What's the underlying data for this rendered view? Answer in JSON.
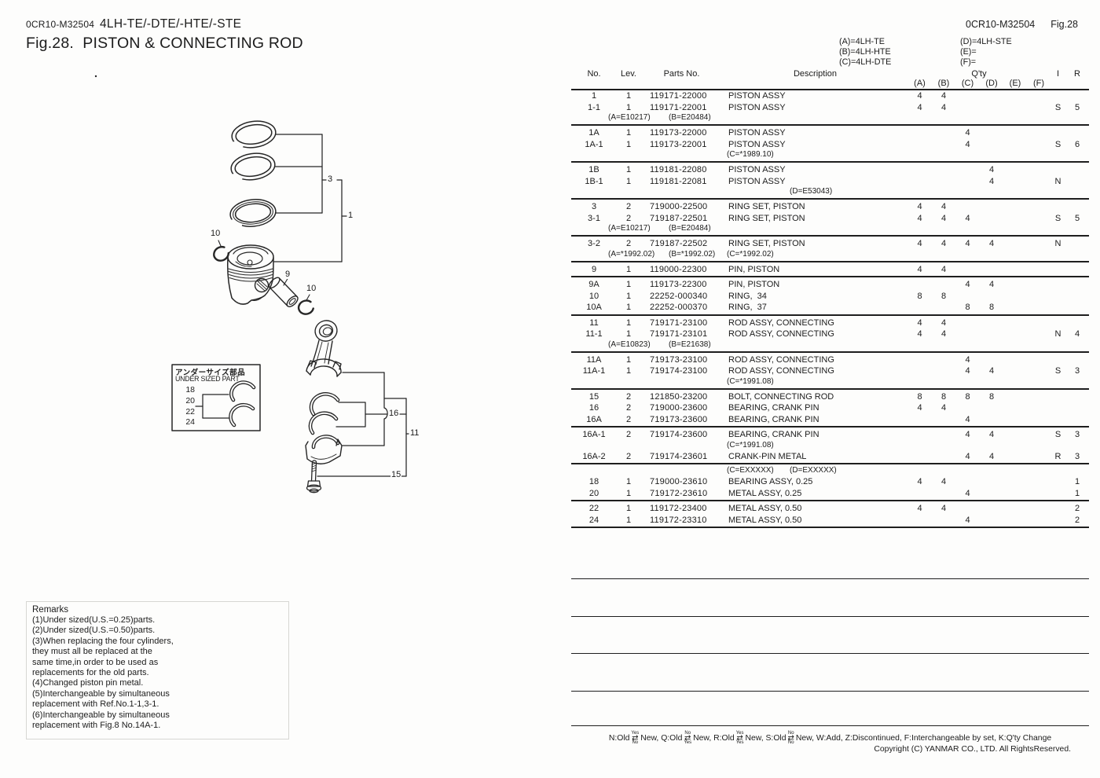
{
  "header": {
    "doc_code": "0CR10-M32504",
    "models": "4LH-TE/-DTE/-HTE/-STE",
    "title": "Fig.28.  PISTON & CONNECTING ROD",
    "doc_code_right": "0CR10-M32504",
    "fig_no": "Fig.28"
  },
  "variants": {
    "left": [
      "(A)=4LH-TE",
      "(B)=4LH-HTE",
      "(C)=4LH-DTE"
    ],
    "right": [
      "(D)=4LH-STE",
      "(E)=",
      "(F)="
    ]
  },
  "table": {
    "headers": {
      "no": "No.",
      "lev": "Lev.",
      "parts": "Parts No.",
      "desc": "Description",
      "qty": "Q'ty",
      "cols": [
        "(A)",
        "(B)",
        "(C)",
        "(D)",
        "(E)",
        "(F)"
      ],
      "i": "I",
      "r": "R"
    },
    "rows": [
      {
        "t": "item",
        "no": "1",
        "lev": "1",
        "part": "119171-22000",
        "desc": "PISTON ASSY",
        "q": {
          "a": "4",
          "b": "4"
        }
      },
      {
        "t": "item",
        "no": "1-1",
        "lev": "1",
        "part": "119171-22001",
        "desc": "PISTON ASSY",
        "q": {
          "a": "4",
          "b": "4"
        },
        "i": "S",
        "r": "5"
      },
      {
        "t": "note",
        "notes": [
          {
            "col": "a",
            "text": "(A=E10217)"
          },
          {
            "col": "b",
            "text": "(B=E20484)"
          }
        ]
      },
      {
        "t": "sep"
      },
      {
        "t": "item",
        "no": "1A",
        "lev": "1",
        "part": "119173-22000",
        "desc": "PISTON ASSY",
        "q": {
          "c": "4"
        }
      },
      {
        "t": "item",
        "no": "1A-1",
        "lev": "1",
        "part": "119173-22001",
        "desc": "PISTON ASSY",
        "q": {
          "c": "4"
        },
        "i": "S",
        "r": "6"
      },
      {
        "t": "note",
        "notes": [
          {
            "col": "c",
            "text": "(C=*1989.10)"
          }
        ]
      },
      {
        "t": "sep"
      },
      {
        "t": "item",
        "no": "1B",
        "lev": "1",
        "part": "119181-22080",
        "desc": "PISTON ASSY",
        "q": {
          "d": "4"
        }
      },
      {
        "t": "item",
        "no": "1B-1",
        "lev": "1",
        "part": "119181-22081",
        "desc": "PISTON ASSY",
        "q": {
          "d": "4"
        },
        "i": "N"
      },
      {
        "t": "note",
        "notes": [
          {
            "col": "d",
            "text": "(D=E53043)"
          }
        ]
      },
      {
        "t": "sep"
      },
      {
        "t": "item",
        "no": "3",
        "lev": "2",
        "part": "719000-22500",
        "desc": "RING SET, PISTON",
        "q": {
          "a": "4",
          "b": "4"
        }
      },
      {
        "t": "item",
        "no": "3-1",
        "lev": "2",
        "part": "719187-22501",
        "desc": "RING SET, PISTON",
        "q": {
          "a": "4",
          "b": "4",
          "c": "4"
        },
        "i": "S",
        "r": "5"
      },
      {
        "t": "note",
        "notes": [
          {
            "col": "a",
            "text": "(A=E10217)"
          },
          {
            "col": "b",
            "text": "(B=E20484)"
          }
        ]
      },
      {
        "t": "sep"
      },
      {
        "t": "item",
        "no": "3-2",
        "lev": "2",
        "part": "719187-22502",
        "desc": "RING SET, PISTON",
        "q": {
          "a": "4",
          "b": "4",
          "c": "4",
          "d": "4"
        },
        "i": "N"
      },
      {
        "t": "note",
        "notes": [
          {
            "col": "a",
            "text": "(A=*1992.02)"
          },
          {
            "col": "b",
            "text": "(B=*1992.02)"
          },
          {
            "col": "c",
            "text": "(C=*1992.02)"
          }
        ]
      },
      {
        "t": "sep"
      },
      {
        "t": "item",
        "no": "9",
        "lev": "1",
        "part": "119000-22300",
        "desc": "PIN, PISTON",
        "q": {
          "a": "4",
          "b": "4"
        }
      },
      {
        "t": "sep"
      },
      {
        "t": "item",
        "no": "9A",
        "lev": "1",
        "part": "119173-22300",
        "desc": "PIN, PISTON",
        "q": {
          "c": "4",
          "d": "4"
        }
      },
      {
        "t": "item",
        "no": "10",
        "lev": "1",
        "part": "22252-000340",
        "desc": "RING,  34",
        "q": {
          "a": "8",
          "b": "8"
        }
      },
      {
        "t": "item",
        "no": "10A",
        "lev": "1",
        "part": "22252-000370",
        "desc": "RING,  37",
        "q": {
          "c": "8",
          "d": "8"
        }
      },
      {
        "t": "sep"
      },
      {
        "t": "item",
        "no": "11",
        "lev": "1",
        "part": "719171-23100",
        "desc": "ROD ASSY, CONNECTING",
        "q": {
          "a": "4",
          "b": "4"
        }
      },
      {
        "t": "item",
        "no": "11-1",
        "lev": "1",
        "part": "719171-23101",
        "desc": "ROD ASSY, CONNECTING",
        "q": {
          "a": "4",
          "b": "4"
        },
        "i": "N",
        "r": "4"
      },
      {
        "t": "note",
        "notes": [
          {
            "col": "a",
            "text": "(A=E10823)"
          },
          {
            "col": "b",
            "text": "(B=E21638)"
          }
        ]
      },
      {
        "t": "sep"
      },
      {
        "t": "item",
        "no": "11A",
        "lev": "1",
        "part": "719173-23100",
        "desc": "ROD ASSY, CONNECTING",
        "q": {
          "c": "4"
        }
      },
      {
        "t": "item",
        "no": "11A-1",
        "lev": "1",
        "part": "719174-23100",
        "desc": "ROD ASSY, CONNECTING",
        "q": {
          "c": "4",
          "d": "4"
        },
        "i": "S",
        "r": "3"
      },
      {
        "t": "note",
        "notes": [
          {
            "col": "c",
            "text": "(C=*1991.08)"
          }
        ]
      },
      {
        "t": "sep"
      },
      {
        "t": "item",
        "no": "15",
        "lev": "2",
        "part": "121850-23200",
        "desc": "BOLT, CONNECTING ROD",
        "q": {
          "a": "8",
          "b": "8",
          "c": "8",
          "d": "8"
        }
      },
      {
        "t": "item",
        "no": "16",
        "lev": "2",
        "part": "719000-23600",
        "desc": "BEARING, CRANK PIN",
        "q": {
          "a": "4",
          "b": "4"
        }
      },
      {
        "t": "item",
        "no": "16A",
        "lev": "2",
        "part": "719173-23600",
        "desc": "BEARING, CRANK PIN",
        "q": {
          "c": "4"
        }
      },
      {
        "t": "sep"
      },
      {
        "t": "item",
        "no": "16A-1",
        "lev": "2",
        "part": "719174-23600",
        "desc": "BEARING, CRANK PIN",
        "q": {
          "c": "4",
          "d": "4"
        },
        "i": "S",
        "r": "3"
      },
      {
        "t": "note",
        "notes": [
          {
            "col": "c",
            "text": "(C=*1991.08)"
          }
        ]
      },
      {
        "t": "item",
        "no": "16A-2",
        "lev": "2",
        "part": "719174-23601",
        "desc": "CRANK-PIN METAL",
        "q": {
          "c": "4",
          "d": "4"
        },
        "i": "R",
        "r": "3"
      },
      {
        "t": "sep"
      },
      {
        "t": "note",
        "notes": [
          {
            "col": "c",
            "text": "(C=EXXXXX)"
          },
          {
            "col": "d",
            "text": "(D=EXXXXX)"
          }
        ]
      },
      {
        "t": "item",
        "no": "18",
        "lev": "1",
        "part": "719000-23610",
        "desc": "BEARING ASSY, 0.25",
        "q": {
          "a": "4",
          "b": "4"
        },
        "r": "1"
      },
      {
        "t": "item",
        "no": "20",
        "lev": "1",
        "part": "719172-23610",
        "desc": "METAL ASSY, 0.25",
        "q": {
          "c": "4"
        },
        "r": "1"
      },
      {
        "t": "sep"
      },
      {
        "t": "item",
        "no": "22",
        "lev": "1",
        "part": "119172-23400",
        "desc": "METAL ASSY, 0.50",
        "q": {
          "a": "4",
          "b": "4"
        },
        "r": "2"
      },
      {
        "t": "item",
        "no": "24",
        "lev": "1",
        "part": "119172-23310",
        "desc": "METAL ASSY, 0.50",
        "q": {
          "c": "4"
        },
        "r": "2"
      },
      {
        "t": "sep"
      }
    ]
  },
  "diagram": {
    "callouts": {
      "ring_set": "3",
      "piston": "1",
      "snap_ring_left": "10",
      "pin": "9",
      "snap_ring_right": "10",
      "bearing_pair": "16",
      "rod_assy": "11",
      "bolt": "15"
    },
    "undersized": {
      "jp": "アンダーサイズ部品",
      "en": "UNDER SIZED PART",
      "refs": [
        "18",
        "20",
        "22",
        "24"
      ]
    }
  },
  "remarks": {
    "title": "Remarks",
    "lines": [
      "(1)Under sized(U.S.=0.25)parts.",
      "(2)Under sized(U.S.=0.50)parts.",
      "(3)When replacing the four cylinders,",
      "they must all be replaced at the",
      "same time,in order to be used as",
      "replacements for the old parts.",
      "(4)Changed piston pin metal.",
      "(5)Interchangeable by simultaneous",
      "replacement with Ref.No.1-1,3-1.",
      "(6)Interchangeable by simultaneous",
      "replacement with Fig.8 No.14A-1."
    ]
  },
  "footer": {
    "flows": [
      {
        "code": "N:Old",
        "top": "Yes",
        "bottom": "No",
        "after": "New,"
      },
      {
        "code": "Q:Old",
        "top": "No",
        "bottom": "Yes",
        "after": "New,"
      },
      {
        "code": "R:Old",
        "top": "Yes",
        "bottom": "Yes",
        "after": "New,"
      },
      {
        "code": "S:Old",
        "top": "No",
        "bottom": "No",
        "after": "New,"
      }
    ],
    "tail": "W:Add, Z:Discontinued, F:Interchangeable by set, K:Q'ty Change",
    "copyright": "Copyright (C)  YANMAR CO., LTD. All RightsReserved."
  }
}
